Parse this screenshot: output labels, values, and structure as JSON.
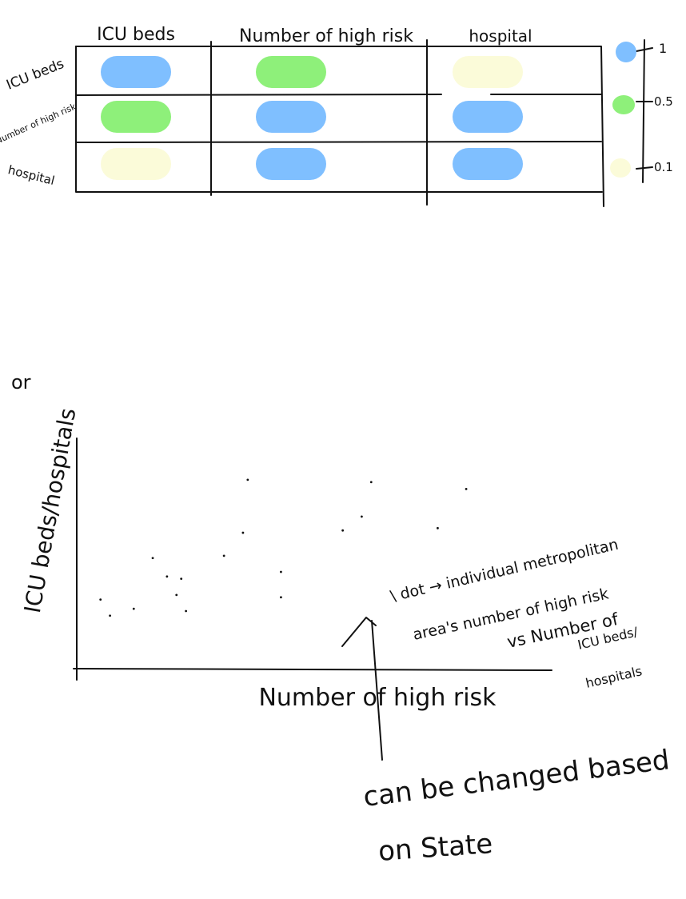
{
  "matrix": {
    "column_headers": [
      "ICU beds",
      "Number of high risk",
      "hospital"
    ],
    "row_headers": [
      "ICU beds",
      "Number of high risk",
      "hospital"
    ],
    "cells": [
      [
        "blue",
        "green",
        "yellow"
      ],
      [
        "green",
        "blue",
        "blue"
      ],
      [
        "yellow",
        "blue",
        "blue"
      ]
    ]
  },
  "legend": {
    "items": [
      {
        "label": "1",
        "color": "#7fbfff"
      },
      {
        "label": "0.5",
        "color": "#8ef07a"
      },
      {
        "label": "0.1",
        "color": "#fbfbd9"
      }
    ]
  },
  "colors": {
    "blue": "#7fbfff",
    "green": "#8ef07a",
    "yellow": "#fbfbd9",
    "ink": "#111111"
  },
  "or_label": "or",
  "scatter": {
    "ylabel": "ICU beds/hospitals",
    "xlabel": "Number of high risk"
  },
  "annotations": {
    "dot_note": [
      "\\ dot → individual metropolitan",
      "area's number of high risk",
      "vs Number of",
      "ICU beds/",
      "hospitals"
    ],
    "state_note": [
      "can be changed based",
      "on State"
    ]
  },
  "chart_data": {
    "type": "scatter",
    "title": "",
    "xlabel": "Number of high risk",
    "ylabel": "ICU beds/hospitals",
    "points": [
      {
        "x": 0.05,
        "y": 0.3
      },
      {
        "x": 0.07,
        "y": 0.23
      },
      {
        "x": 0.12,
        "y": 0.26
      },
      {
        "x": 0.16,
        "y": 0.48
      },
      {
        "x": 0.19,
        "y": 0.4
      },
      {
        "x": 0.22,
        "y": 0.39
      },
      {
        "x": 0.21,
        "y": 0.32
      },
      {
        "x": 0.23,
        "y": 0.25
      },
      {
        "x": 0.31,
        "y": 0.49
      },
      {
        "x": 0.35,
        "y": 0.59
      },
      {
        "x": 0.36,
        "y": 0.82
      },
      {
        "x": 0.43,
        "y": 0.42
      },
      {
        "x": 0.43,
        "y": 0.31
      },
      {
        "x": 0.56,
        "y": 0.6
      },
      {
        "x": 0.6,
        "y": 0.66
      },
      {
        "x": 0.62,
        "y": 0.81
      },
      {
        "x": 0.76,
        "y": 0.61
      },
      {
        "x": 0.82,
        "y": 0.78
      }
    ]
  }
}
